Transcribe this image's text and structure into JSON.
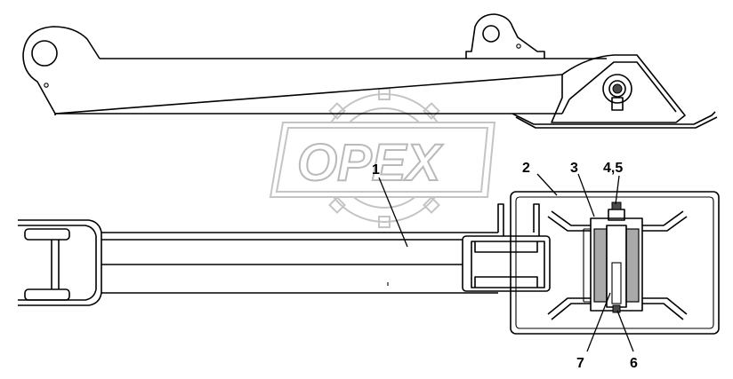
{
  "watermark": {
    "text": "OPEX"
  },
  "callouts": [
    {
      "id": "c1",
      "label": "1"
    },
    {
      "id": "c2",
      "label": "2"
    },
    {
      "id": "c3",
      "label": "3"
    },
    {
      "id": "c45",
      "label": "4,5"
    },
    {
      "id": "c6",
      "label": "6"
    },
    {
      "id": "c7",
      "label": "7"
    }
  ],
  "colors": {
    "line": "#000000",
    "section_fill": "#a9a9a9",
    "watermark": "#b9b9b9"
  }
}
